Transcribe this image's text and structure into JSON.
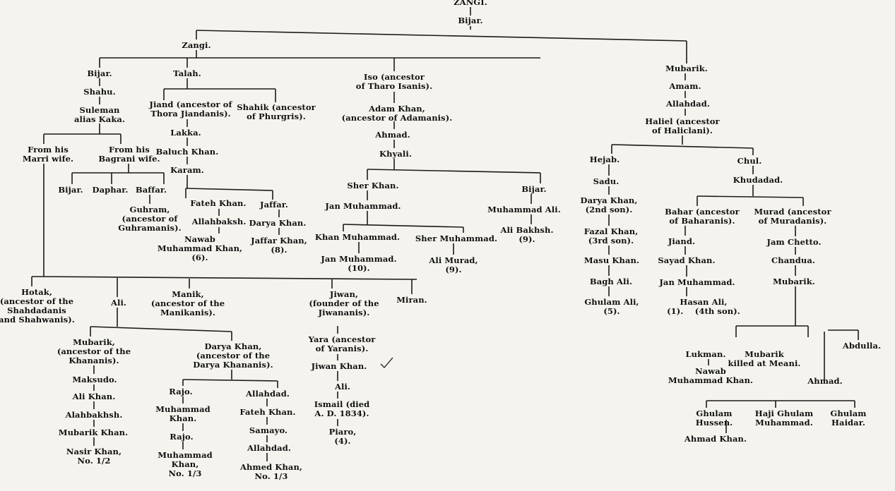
{
  "nodes": {
    "zangi_top": "ZANGI.",
    "bijar_root": "Bijar.",
    "zangi": "Zangi.",
    "mubarik_r": "Mubarik.",
    "bijar": "Bijar.",
    "talah": "Talah.",
    "iso": "Iso (ancestor\nof Tharo Isanis).",
    "shahu": "Shahu.",
    "suleman": "Suleman\nalias Kaka.",
    "jiand": "Jiand (ancestor of\nThora Jiandanis).",
    "shahik": "Shahik (ancestor\nof Phurgris).",
    "adam_khan": "Adam Khan,\n(ancestor of Adamanis).",
    "ahmad_c": "Ahmad.",
    "khyali": "Khyali.",
    "amam": "Amam.",
    "allahdad_r": "Allahdad.",
    "haliel": "Haliel (ancestor\nof Haliclani).",
    "lakka": "Lakka.",
    "baluch_khan": "Baluch Khan.",
    "karam": "Karam.",
    "from_marri": "From his\nMarri wife.",
    "from_bagrani": "From his\nBagrani wife.",
    "bijar_b": "Bijar.",
    "daphar": "Daphar.",
    "baffar": "Baffar.",
    "guhram": "Guhram,\n(ancestor of\nGuhramanis).",
    "fateh_khan_k": "Fateh Khan.",
    "jaffar": "Jaffar.",
    "allahbaksh": "Allahbaksh.",
    "darya_khan_j": "Darya Khan.",
    "nawab_mk": "Nawab\nMuhammad Khan,\n(6).",
    "jaffar_khan": "Jaffar Khan,\n(8).",
    "sher_khan": "Sher Khan.",
    "bijar_k": "Bijar.",
    "jan_muhammad_k": "Jan Muhammad.",
    "muhammad_ali": "Muhammad Ali.",
    "khan_muhammad": "Khan Muhammad.",
    "sher_muhammad": "Sher Muhammad.",
    "ali_bakhsh": "Ali Bakhsh.\n(9).",
    "jan_muhammad_10": "Jan Muhammad.\n(10).",
    "ali_murad": "Ali Murad,\n(9).",
    "hejab": "Hejab.",
    "chul": "Chul.",
    "sadu": "Sadu.",
    "khudadad": "Khudadad.",
    "darya_khan_2": "Darya Khan,\n(2nd son).",
    "bahar": "Bahar (ancestor\nof Baharanis).",
    "murad": "Murad (ancestor\nof Muradanis).",
    "fazal_khan": "Fazal Khan,\n(3rd son).",
    "jiand_b": "Jiand.",
    "jam_chetto": "Jam Chetto.",
    "masu_khan": "Masu Khan.",
    "sayad_khan": "Sayad Khan.",
    "chandua": "Chandua.",
    "bagh_ali": "Bagh Ali.",
    "jan_muhammad_b": "Jan Muhammad.",
    "mubarik_c": "Mubarik.",
    "ghulam_ali": "Ghulam Ali,\n(5).",
    "hasan_ali": "Hasan Ali,\n(1).    (4th son).",
    "hotak": "Hotak,\n(ancestor of the\nShahdadanis\nand Shahwanis).",
    "ali": "Ali.",
    "manik": "Manik,\n(ancestor of the\nManikanis).",
    "jiwan": "Jiwan,\n(founder of the\nJiwananis).",
    "miran": "Miran.",
    "mubarik_k": "Mubarik,\n(ancestor of the\nKhananis).",
    "darya_khan_d": "Darya Khan,\n(ancestor of the\nDarya Khananis).",
    "yara": "Yara (ancestor\nof Yaranis).",
    "maksudo": "Maksudo.",
    "jiwan_khan": "Jiwan Khan.",
    "ali_khan": "Ali Khan.",
    "ali_j": "Ali.",
    "alahbakhsh": "Alahbakhsh.",
    "ismail": "Ismail (died\nA. D. 1834).",
    "mubarik_khan": "Mubarik Khan.",
    "piaro": "Piaro,\n(4).",
    "nasir_khan": "Nasir Khan,\nNo. 1/2",
    "rajo1": "Rajo.",
    "allahdad_d": "Allahdad.",
    "muhammad_khan1": "Muhammad\nKhan.",
    "fateh_khan_d": "Fateh Khan.",
    "rajo2": "Rajo.",
    "samayo": "Samayo.",
    "muhammad_khan2": "Muhammad\nKhan,\nNo. 1/3",
    "allahdad_d2": "Allahdad.",
    "ahmed_khan": "Ahmed Khan,\nNo. 1/3",
    "lukman": "Lukman.",
    "mubarik_killed": "Mubarik\nkilled at Meani.",
    "abdulla": "Abdulla.",
    "nawab_mk2": "Nawab\nMuhammad Khan.",
    "ahmad_r": "Ahmad.",
    "ghulam_hussen": "Ghulam\nHussen.",
    "haji_ghulam": "Haji Ghulam\nMuhammad.",
    "ghulam_haidar": "Ghulam\nHaidar.",
    "ahmad_khan_r": "Ahmad Khan."
  }
}
